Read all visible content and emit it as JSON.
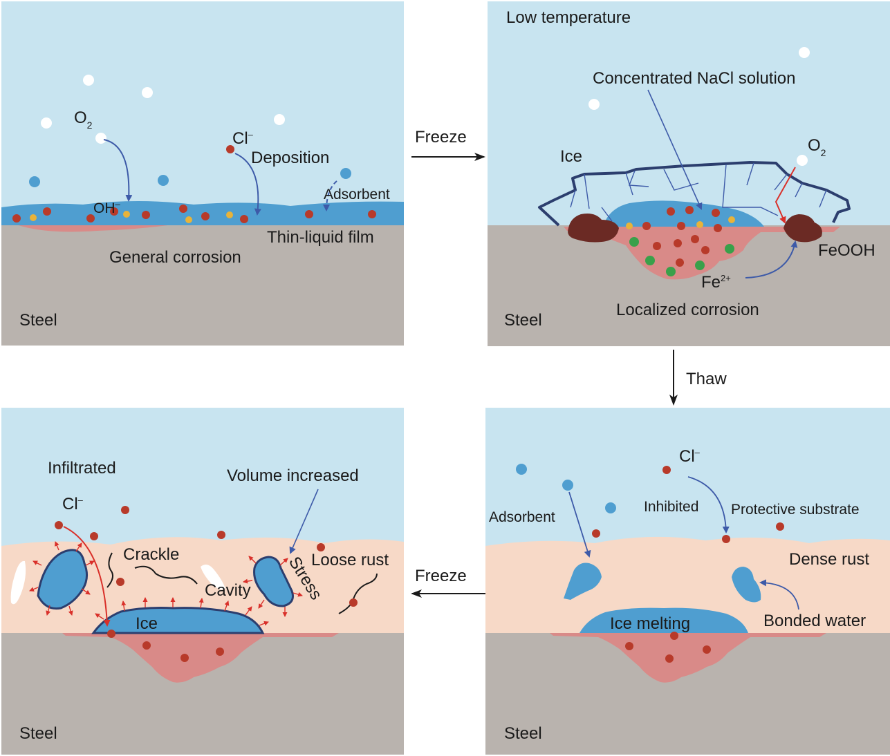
{
  "colors": {
    "sky": "#c8e4f0",
    "steel": "#b9b3ae",
    "rust": "#f7d9c7",
    "water": "#4f9ed0",
    "corroded": "#d98a88",
    "cl_dot": "#b83a2a",
    "oh_dot": "#e8b33a",
    "fe_dot": "#3aa04a",
    "feooh": "#6b2a24",
    "arrow": "#3d5aa8",
    "red_arrow": "#d9302a",
    "ice_outline": "#2c3e6e"
  },
  "transitions": {
    "freeze_1": "Freeze",
    "thaw": "Thaw",
    "freeze_2": "Freeze"
  },
  "panel1": {
    "o2_main": "O",
    "o2_sub": "2",
    "cl_main": "Cl",
    "cl_sup": "–",
    "deposition": "Deposition",
    "oh": "OH",
    "oh_sup": "–",
    "adsorbent": "Adsorbent",
    "film": "Thin-liquid film",
    "general": "General corrosion",
    "steel": "Steel"
  },
  "panel2": {
    "low_temp": "Low temperature",
    "nacl": "Concentrated NaCl solution",
    "ice": "Ice",
    "o2_main": "O",
    "o2_sub": "2",
    "feooh": "FeOOH",
    "fe_main": "Fe",
    "fe_sup": "2+",
    "localized": "Localized corrosion",
    "steel": "Steel"
  },
  "panel3": {
    "infiltrated": "Infiltrated",
    "cl_main": "Cl",
    "cl_sup": "–",
    "volume": "Volume increased",
    "crackle": "Crackle",
    "loose": "Loose rust",
    "stress": "Stress",
    "cavity": "Cavity",
    "ice": "Ice",
    "steel": "Steel"
  },
  "panel4": {
    "cl_main": "Cl",
    "cl_sup": "–",
    "adsorbent": "Adsorbent",
    "inhibited": "Inhibited",
    "protective": "Protective substrate",
    "dense": "Dense rust",
    "bonded": "Bonded water",
    "melting": "Ice melting",
    "steel": "Steel"
  }
}
